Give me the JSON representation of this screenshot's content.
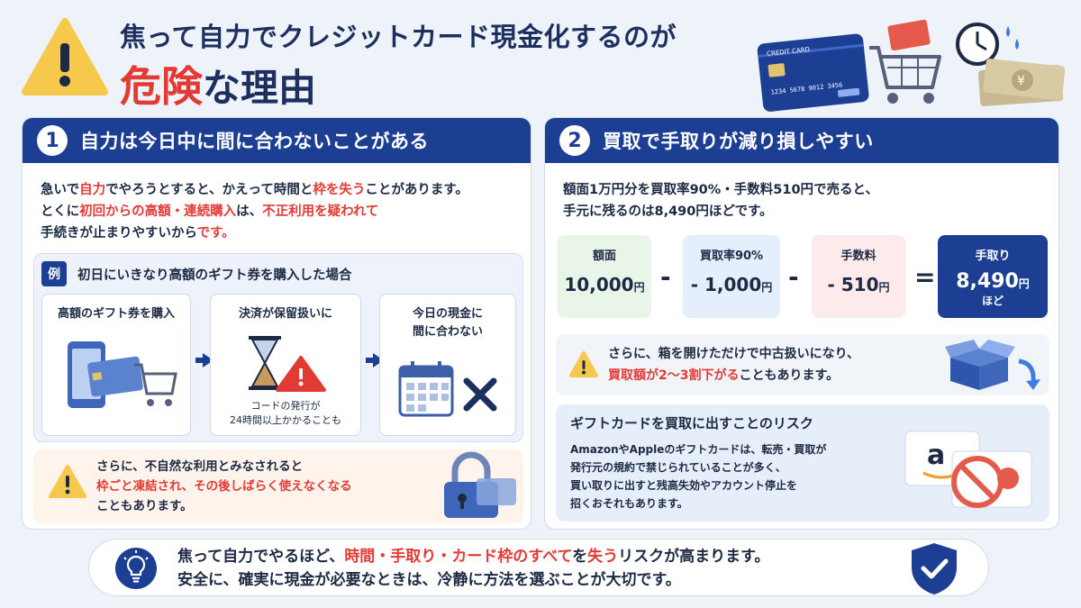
{
  "header": {
    "title_line1": "焦って自力でクレジットカード現金化するのが",
    "title_danger": "危険",
    "title_rest": "な理由",
    "card_label": "CREDIT CARD",
    "card_number": "1234 5678 9012 3456"
  },
  "panel1": {
    "number": "1",
    "title": "自力は今日中に間に合わないことがある",
    "text": {
      "l1_a": "急いで",
      "l1_b": "自力",
      "l1_c": "でやろうとすると、かえって時間と",
      "l1_d": "枠を失う",
      "l1_e": "ことがあります。",
      "l2_a": "とくに",
      "l2_b": "初回からの高額・連続購入",
      "l2_c": "は、",
      "l2_d": "不正利用を疑われて",
      "l3_a": "手続きが止まりやすいから",
      "l3_b": "です。"
    },
    "example": {
      "badge": "例",
      "title": "初日にいきなり高額のギフト券を購入した場合",
      "step1": "高額のギフト券を購入",
      "step2": "決済が保留扱いに",
      "step2_note_1": "コードの発行が",
      "step2_note_2": "24時間以上かかることも",
      "step3_1": "今日の現金に",
      "step3_2": "間に合わない"
    },
    "warning": {
      "l1": "さらに、不自然な利用とみなされると",
      "l2_a": "枠ごと凍結され",
      "l2_b": "、",
      "l2_c": "その後しばらく使えなくなる",
      "l3": "こともあります。"
    }
  },
  "panel2": {
    "number": "2",
    "title": "買取で手取りが減り損しやすい",
    "text": {
      "l1": "額面1万円分を買取率90%・手数料510円で売ると、",
      "l2": "手元に残るのは8,490円ほどです。"
    },
    "calc": {
      "face_label": "額面",
      "face_value": "10,000",
      "rate_label": "買取率90%",
      "rate_value": "- 1,000",
      "fee_label": "手数料",
      "fee_value": "- 510",
      "net_label": "手取り",
      "net_value": "8,490",
      "net_sub": "ほど",
      "unit": "円",
      "minus": "-",
      "equals": "="
    },
    "warning": {
      "l1": "さらに、箱を開けただけで中古扱いになり、",
      "l2_a": "買取額が2〜3割下がる",
      "l2_b": "こともあります。"
    },
    "risk": {
      "title": "ギフトカードを買取に出すことのリスク",
      "l1": "AmazonやAppleのギフトカードは、転売・買取が",
      "l2": "発行元の規約で禁じられていることが多く、",
      "l3": "買い取りに出すと残高失効やアカウント停止を",
      "l4": "招くおそれもあります。"
    }
  },
  "footer": {
    "l1_a": "焦って自力でやるほど、",
    "l1_b": "時間・手取り・カード枠のすべて",
    "l1_c": "を",
    "l1_d": "失う",
    "l1_e": "リスクが高まります。",
    "l2": "安全に、確実に現金が必要なときは、冷静に方法を選ぶことが大切です。"
  },
  "colors": {
    "navy": "#1c3f93",
    "red": "#e23b36",
    "warning_yellow": "#f6c84c"
  },
  "icons": [
    "warning-icon",
    "credit-card-icon",
    "shopping-cart-icon",
    "clock-icon",
    "money-icon",
    "smartphone-icon",
    "arrow-right-icon",
    "hourglass-icon",
    "calendar-icon",
    "cross-icon",
    "lock-icon",
    "box-icon",
    "amazon-card-icon",
    "prohibited-icon",
    "lightbulb-icon",
    "shield-check-icon"
  ]
}
